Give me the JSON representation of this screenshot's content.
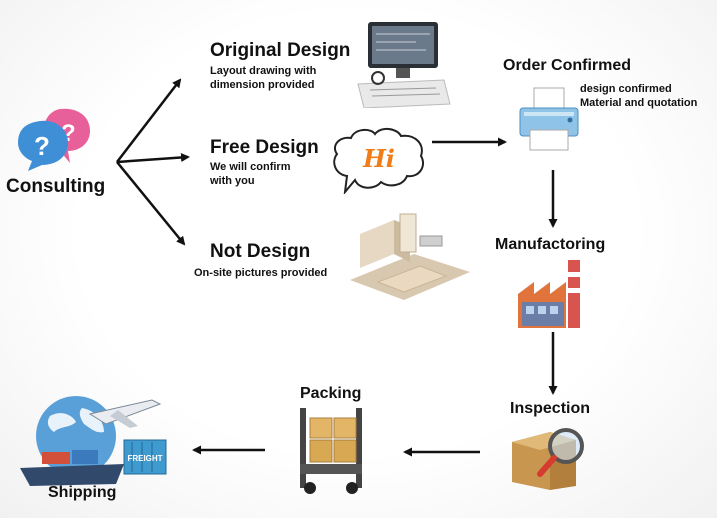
{
  "nodes": {
    "consulting": {
      "label": "Consulting"
    },
    "original_design": {
      "label": "Original Design",
      "line1": "Layout drawing with",
      "line2": "dimension provided"
    },
    "free_design": {
      "label": "Free Design",
      "line1": "We will confirm",
      "line2": "with you",
      "bubble": "Hi"
    },
    "not_design": {
      "label": "Not Design",
      "line1": "On-site pictures provided"
    },
    "order_confirmed": {
      "label": "Order Confirmed",
      "line1": "design confirmed",
      "line2": "Material and quotation"
    },
    "manufactoring": {
      "label": "Manufactoring"
    },
    "inspection": {
      "label": "Inspection"
    },
    "packing": {
      "label": "Packing"
    },
    "shipping": {
      "label": "Shipping",
      "container_text": "FREIGHT"
    }
  },
  "colors": {
    "arrow": "#111111",
    "text": "#111111",
    "bubble_text": "#f07d18"
  },
  "icons": {
    "consulting": "question-bubbles-icon",
    "original_design": "design-workstation-icon",
    "free_design": "hi-speech-bubble-icon",
    "not_design": "display-model-icon",
    "order_confirmed": "printer-icon",
    "manufactoring": "factory-icon",
    "inspection": "box-magnifier-icon",
    "packing": "boxes-trolley-icon",
    "shipping": "globe-plane-ship-icon"
  }
}
